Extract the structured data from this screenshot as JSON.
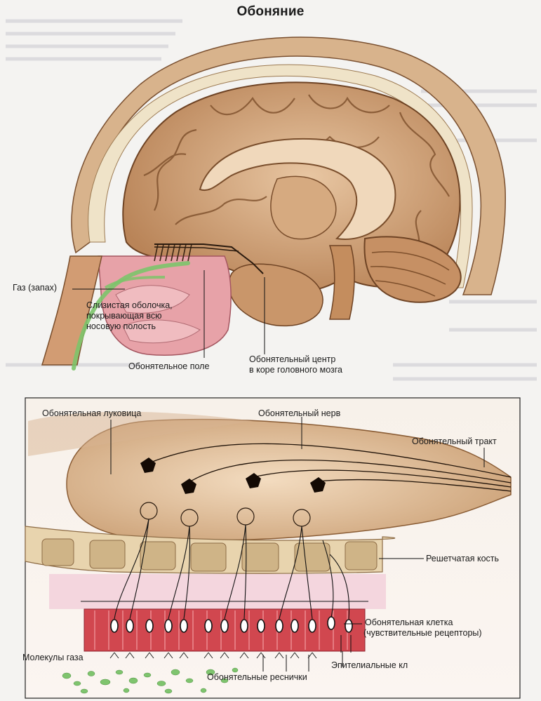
{
  "title": "Обоняние",
  "upper_labels": {
    "gas_smell": "Газ (запах)",
    "mucosa_1": "Слизистая оболочка,",
    "mucosa_2": "покрывающая всю",
    "mucosa_3": "носовую полость",
    "olfactory_field": "Обонятельное поле",
    "center_1": "Обонятельный центр",
    "center_2": "в коре головного мозга"
  },
  "lower_labels": {
    "bulb": "Обонятельная луковица",
    "nerve": "Обонятельный нерв",
    "tract": "Обонятельный тракт",
    "ethmoid": "Решетчатая кость",
    "cell_1": "Обонятельная клетка",
    "cell_2": "(чувствительные рецепторы)",
    "epithelial": "Эпителиальные кл",
    "gas_molecules": "Молекулы газа",
    "cilia": "Обонятельные реснички"
  },
  "colors": {
    "brain": "#d9b48f",
    "brain_dark": "#8a5a34",
    "skin": "#c9956b",
    "mucosa": "#e9a3a8",
    "nerve_green": "#7cc46a",
    "bone": "#e6d2ab",
    "receptor_red": "#c8303c",
    "gas_green": "#7fc46e"
  }
}
